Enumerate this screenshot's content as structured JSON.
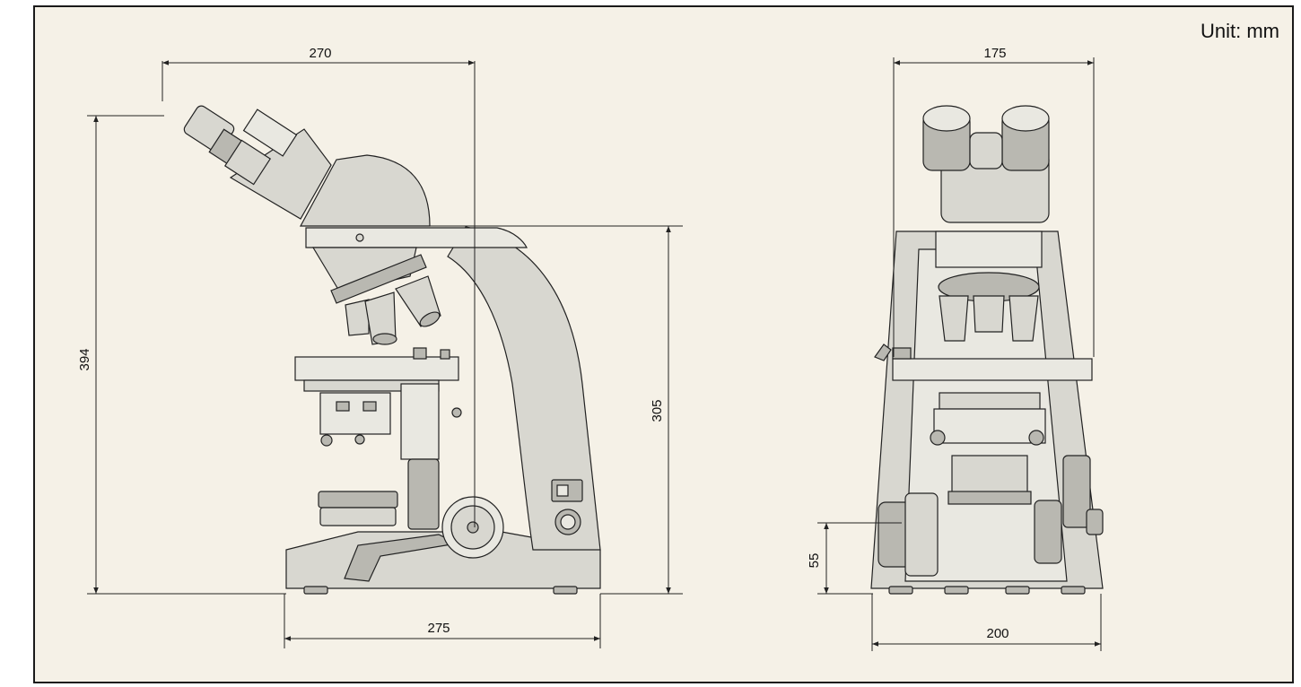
{
  "unit_label": "Unit: mm",
  "side_view": {
    "dimensions": [
      {
        "id": "width-top",
        "label": "270"
      },
      {
        "id": "total-height",
        "label": "394"
      },
      {
        "id": "arm-height",
        "label": "305"
      },
      {
        "id": "base-depth",
        "label": "275"
      }
    ]
  },
  "front_view": {
    "dimensions": [
      {
        "id": "head-width",
        "label": "175"
      },
      {
        "id": "focus-knob-height",
        "label": "55"
      },
      {
        "id": "base-width",
        "label": "200"
      }
    ]
  },
  "colors": {
    "background": "#f5f1e7",
    "body": "#d8d7d0",
    "outline": "#222222"
  }
}
